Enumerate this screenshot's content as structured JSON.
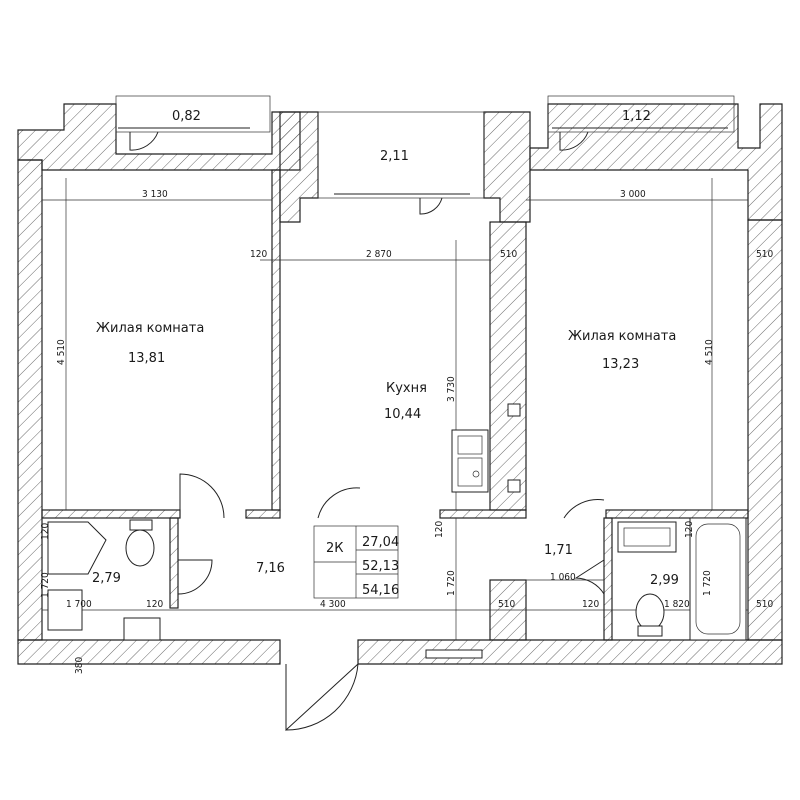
{
  "rooms": {
    "living_left": {
      "name": "Жилая комната",
      "area": "13,81"
    },
    "living_right": {
      "name": "Жилая комната",
      "area": "13,23"
    },
    "kitchen": {
      "name": "Кухня",
      "area": "10,44"
    },
    "hall": {
      "area": "7,16"
    },
    "bath_left": {
      "area": "2,79"
    },
    "bath_right": {
      "area": "2,99"
    },
    "closet": {
      "area": "1,71"
    },
    "balcony_left": {
      "area": "0,82"
    },
    "balcony_mid": {
      "area": "2,11"
    },
    "balcony_right": {
      "area": "1,12"
    }
  },
  "summary": {
    "type": "2К",
    "living_area": "27,04",
    "total_area": "52,13",
    "total_with_balcony": "54,16"
  },
  "dimensions": {
    "d3130": "3 130",
    "d3000": "3 000",
    "d2870": "2 870",
    "d120a": "120",
    "d510a": "510",
    "d510b": "510",
    "d4510a": "4 510",
    "d4510b": "4 510",
    "d3730": "3 730",
    "d120b": "120",
    "d1720a": "1 720",
    "d1720b": "1 720",
    "d1720c": "1 720",
    "d1700": "1 700",
    "d120c": "120",
    "d4300": "4 300",
    "d510c": "510",
    "d1060": "1 060",
    "d120d": "120",
    "d1820": "1 820",
    "d510d": "510",
    "d120e": "120",
    "d120f": "120",
    "d380": "380"
  }
}
